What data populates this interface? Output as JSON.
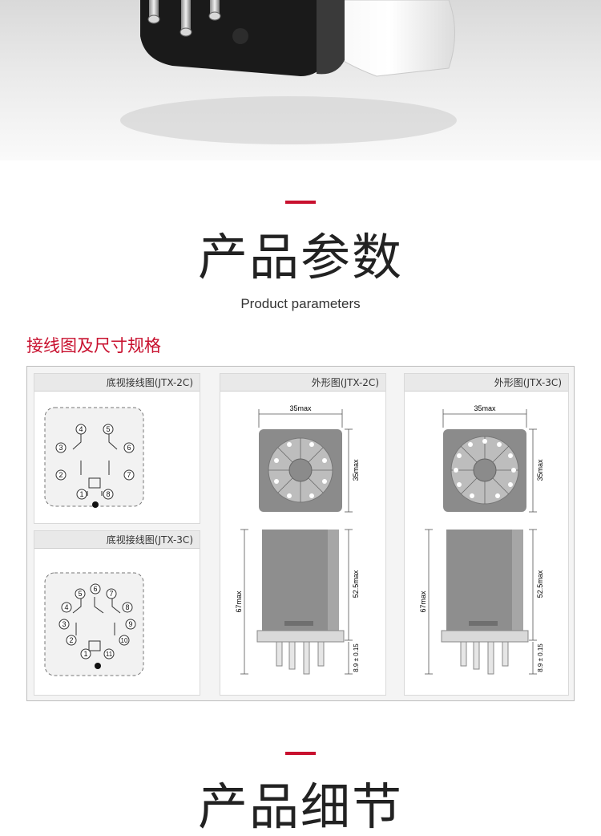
{
  "section1": {
    "title": "产品参数",
    "subtitle": "Product parameters"
  },
  "wiring": {
    "heading": "接线图及尺寸规格",
    "panels": {
      "bottom_2c": {
        "title": "底视接线图(JTX-2C)",
        "pins": [
          "1",
          "2",
          "3",
          "4",
          "5",
          "6",
          "7",
          "8"
        ]
      },
      "bottom_3c": {
        "title": "底视接线图(JTX-3C)",
        "pins": [
          "1",
          "2",
          "3",
          "4",
          "5",
          "6",
          "7",
          "8",
          "9",
          "10",
          "11"
        ]
      },
      "outline_2c": {
        "title": "外形图(JTX-2C)",
        "width_label": "35max",
        "depth_label": "35max",
        "body_label": "52.5max",
        "total_label": "67max",
        "pin_label": "8.9 ± 0.15"
      },
      "outline_3c": {
        "title": "外形图(JTX-3C)",
        "width_label": "35max",
        "depth_label": "35max",
        "body_label": "52.5max",
        "total_label": "67max",
        "pin_label": "8.9 ± 0.15"
      }
    }
  },
  "section2": {
    "title": "产品细节"
  },
  "colors": {
    "accent": "#c8102e"
  }
}
